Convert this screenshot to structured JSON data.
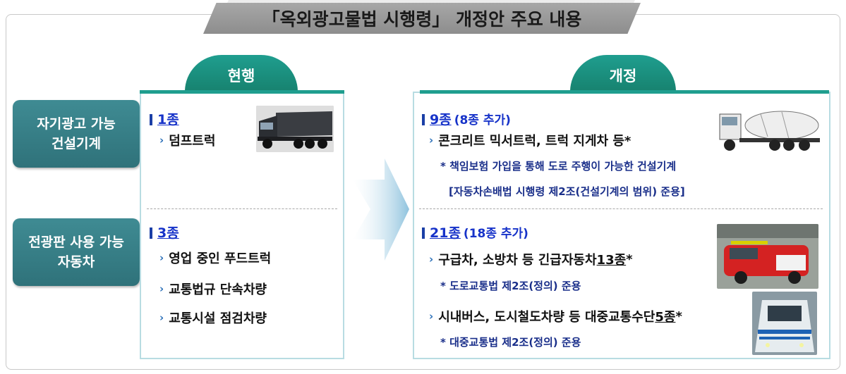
{
  "title": "「옥외광고물법 시행령」 개정안 주요 내용",
  "current": {
    "heading": "현행",
    "section1": {
      "count": "1종",
      "items": [
        "덤프트럭"
      ]
    },
    "section2": {
      "count": "3종",
      "items": [
        "영업 중인 푸드트럭",
        "교통법규 단속차량",
        "교통시설 점검차량"
      ]
    }
  },
  "revised": {
    "heading": "개정",
    "section1": {
      "count": "9종",
      "added": "(8종 추가)",
      "item": "콘크리트 믹서트럭, 트럭 지게차 등*",
      "note1": "* 책임보험 가입을 통해 도로 주행이 가능한 건설기계",
      "note2": "[자동차손배법 시행령 제2조(건설기계의 범위) 준용]"
    },
    "section2": {
      "count": "21종",
      "added": "(18종 추가)",
      "item1_text": "구급차, 소방차 등 긴급자동차 ",
      "item1_count": "13종",
      "item1_star": "*",
      "note1": "* 도로교통법 제2조(정의) 준용",
      "item2_text": "시내버스, 도시철도차량 등 대중교통수단 ",
      "item2_count": "5종",
      "item2_star": "*",
      "note2": "* 대중교통법 제2조(정의) 준용"
    }
  },
  "rows": {
    "row1_line1": "자기광고 가능",
    "row1_line2": "건설기계",
    "row2_line1": "전광판 사용 가능",
    "row2_line2": "자동차"
  },
  "icons": {
    "bullet": "chevron-right-icon",
    "flow": "arrow-right-icon"
  },
  "colors": {
    "teal": "#1f9e8f",
    "label": "#3f8b93",
    "blue": "#1733c9"
  }
}
